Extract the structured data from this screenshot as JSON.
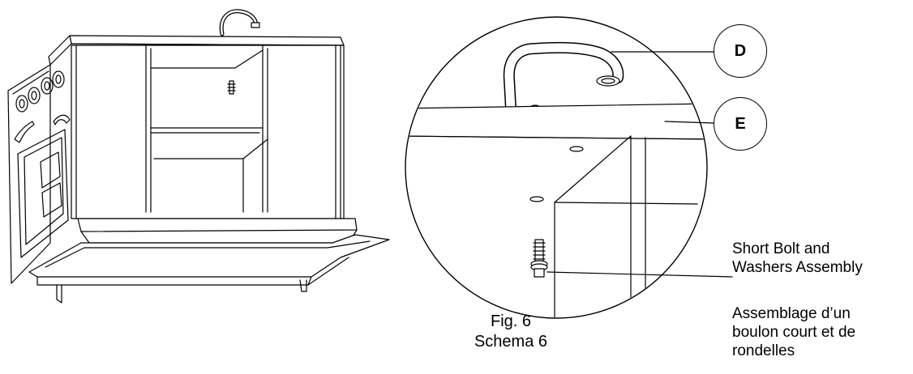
{
  "callouts": {
    "d": "D",
    "e": "E"
  },
  "figure": {
    "line1": "Fig. 6",
    "line2": "Schema 6"
  },
  "part_label": {
    "english_line1": "Short Bolt and",
    "english_line2": "Washers Assembly",
    "french_line1": "Assemblage d’un",
    "french_line2": "boulon court et de",
    "french_line3": "rondelles"
  }
}
